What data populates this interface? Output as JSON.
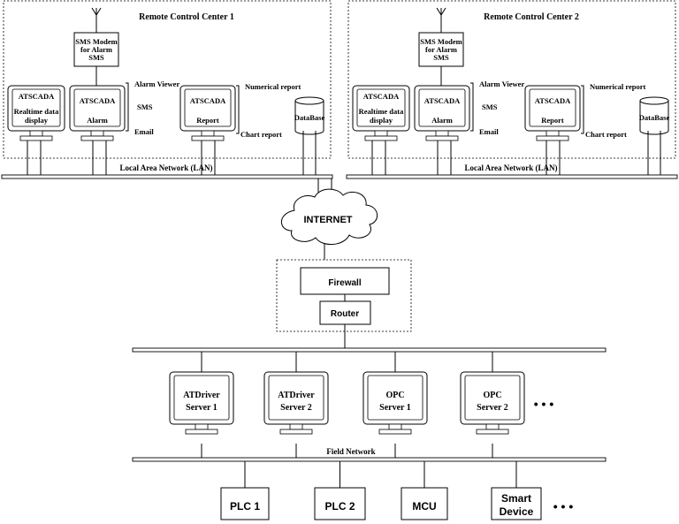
{
  "centers": [
    {
      "title": "Remote Control Center 1",
      "sms_modem": [
        "SMS Modem",
        "for Alarm",
        "SMS"
      ],
      "realtime": [
        "ATSCADA",
        "Realtime data",
        "display"
      ],
      "alarm": [
        "ATSCADA",
        "Alarm"
      ],
      "report": [
        "ATSCADA",
        "Report"
      ],
      "alarm_outputs": [
        "Alarm Viewer",
        "SMS",
        "Email"
      ],
      "report_outputs": [
        "Numerical report",
        "Chart report"
      ],
      "database": "DataBase",
      "lan_label": "Local Area Network (LAN)"
    },
    {
      "title": "Remote Control Center 2",
      "sms_modem": [
        "SMS Modem",
        "for Alarm",
        "SMS"
      ],
      "realtime": [
        "ATSCADA",
        "Realtime data",
        "display"
      ],
      "alarm": [
        "ATSCADA",
        "Alarm"
      ],
      "report": [
        "ATSCADA",
        "Report"
      ],
      "alarm_outputs": [
        "Alarm Viewer",
        "SMS",
        "Email"
      ],
      "report_outputs": [
        "Numerical report",
        "Chart report"
      ],
      "database": "DataBase",
      "lan_label": "Local Area Network (LAN)"
    }
  ],
  "internet": "INTERNET",
  "firewall": "Firewall",
  "router": "Router",
  "servers": [
    [
      "ATDriver",
      "Server 1"
    ],
    [
      "ATDriver",
      "Server 2"
    ],
    [
      "OPC",
      "Server 1"
    ],
    [
      "OPC",
      "Server 2"
    ]
  ],
  "ellipsis": "• • •",
  "field_network": "Field Network",
  "devices": [
    [
      "PLC 1"
    ],
    [
      "PLC 2"
    ],
    [
      "MCU"
    ],
    [
      "Smart",
      "Device"
    ]
  ]
}
